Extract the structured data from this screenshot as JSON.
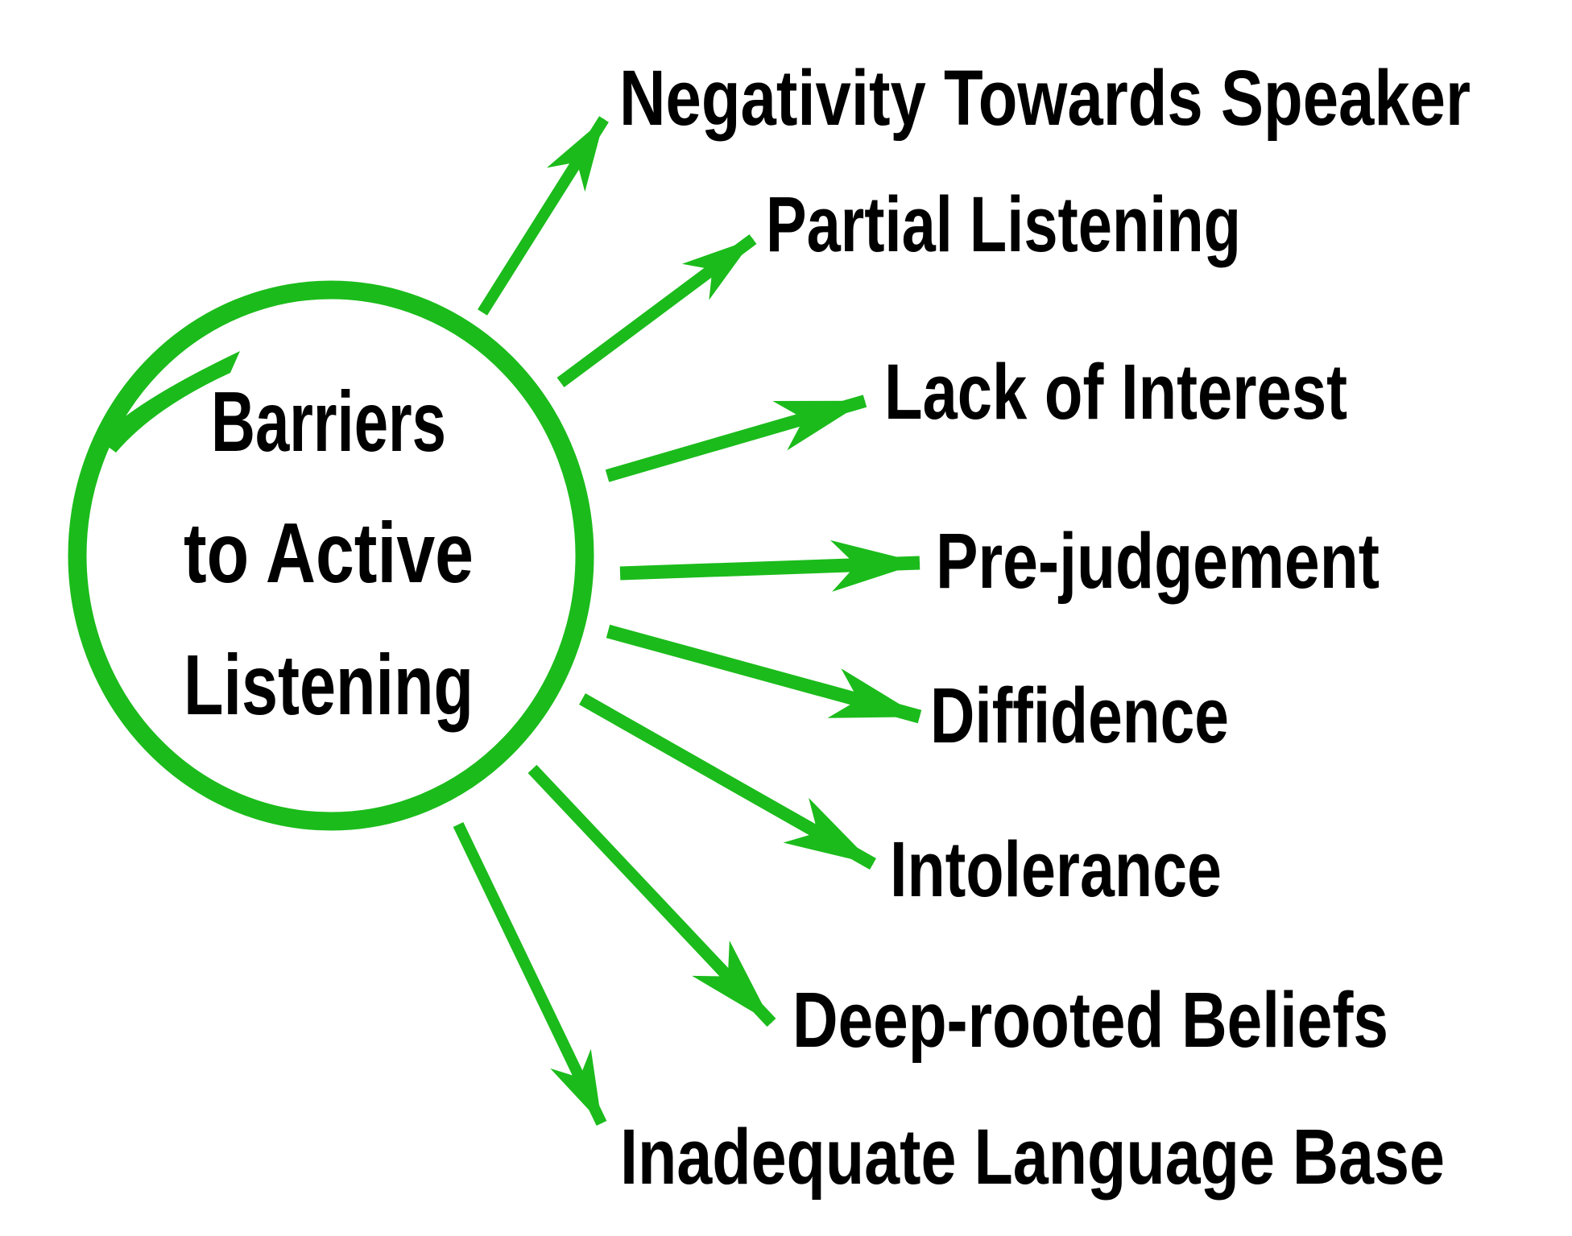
{
  "page": {
    "background": "#ffffff",
    "description": "Spoke diagram: green hand-drawn circle with eight green arrows radiating to barrier labels"
  },
  "colors": {
    "accent_green": "#1bbb1b",
    "text": "#000000"
  },
  "center": {
    "title_lines": [
      "Barriers",
      "to Active",
      "Listening"
    ]
  },
  "barriers": [
    {
      "label": "Negativity Towards Speaker"
    },
    {
      "label": "Partial Listening"
    },
    {
      "label": "Lack of Interest"
    },
    {
      "label": "Pre-judgement"
    },
    {
      "label": "Diffidence"
    },
    {
      "label": "Intolerance"
    },
    {
      "label": "Deep-rooted Beliefs"
    },
    {
      "label": "Inadequate Language Base"
    }
  ]
}
